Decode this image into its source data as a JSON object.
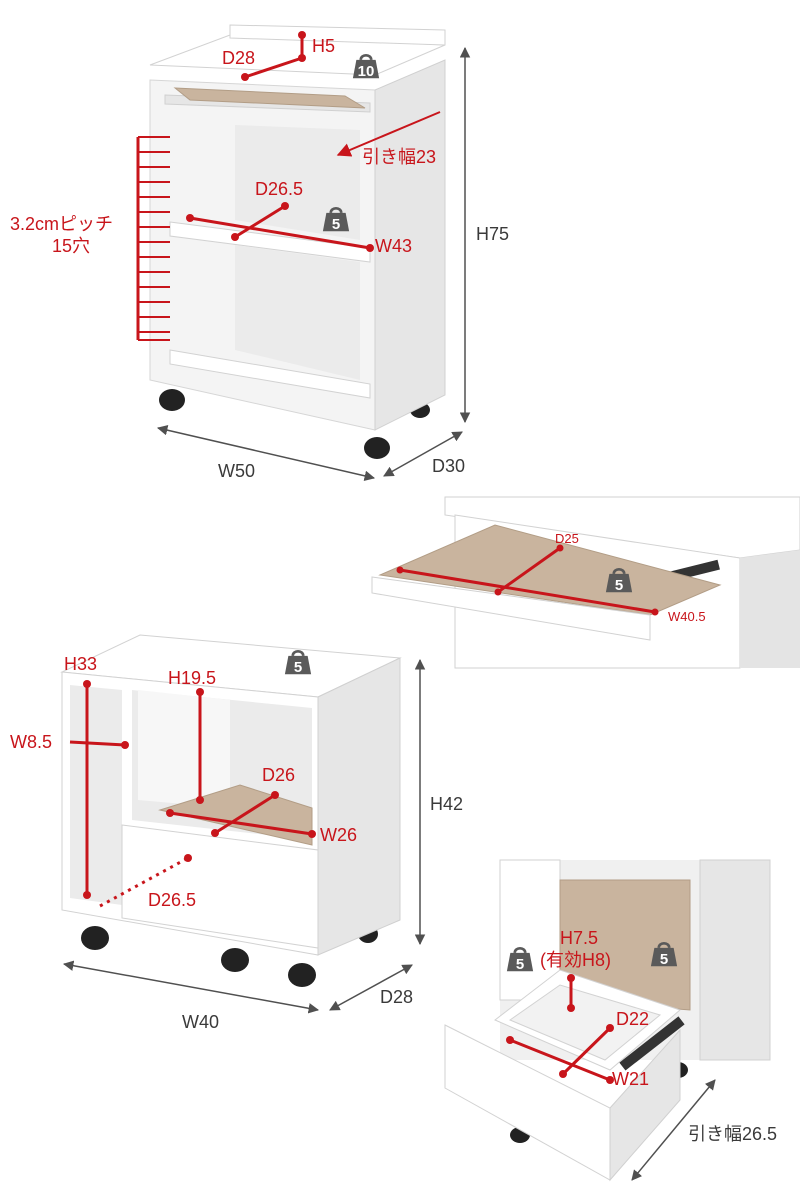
{
  "colors": {
    "accent": "#c8151b",
    "dimension": "#505050",
    "weight_icon": "#5a5a5a",
    "wood": "#c9b49e"
  },
  "icons": [
    "weight-icon",
    "dimension-arrow-icon",
    "caster-icon"
  ],
  "main_unit": {
    "top_height": "H5",
    "top_depth": "D28",
    "top_load": "10",
    "keyboard_pull": "引き幅23",
    "pitch_line1": "3.2cmピッチ",
    "pitch_line2": "15穴",
    "shelf_depth": "D26.5",
    "shelf_load": "5",
    "shelf_width": "W43",
    "height": "H75",
    "width": "W50",
    "depth": "D30"
  },
  "keyboard_tray": {
    "depth": "D25",
    "load": "5",
    "width": "W40.5"
  },
  "side_unit": {
    "top_load": "5",
    "left_height": "H33",
    "left_width": "W8.5",
    "niche_height": "H19.5",
    "niche_depth": "D26",
    "niche_width": "W26",
    "drawer_depth": "D26.5",
    "height": "H42",
    "width": "W40",
    "depth": "D28"
  },
  "drawer": {
    "left_load": "5",
    "right_load": "5",
    "height": "H7.5",
    "effective_height": "(有効H8)",
    "depth": "D22",
    "width": "W21",
    "pull": "引き幅26.5"
  }
}
